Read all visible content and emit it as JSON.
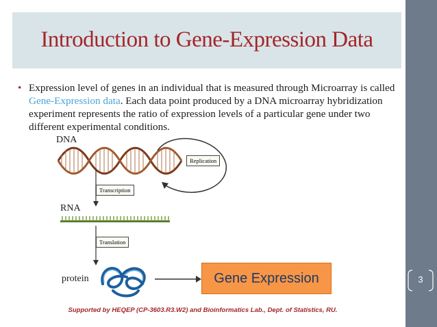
{
  "slide": {
    "title": "Introduction to Gene-Expression Data",
    "bullet_part1": "Expression level of genes in an individual that is measured through Microarray is called ",
    "bullet_highlight": "Gene-Expression data",
    "bullet_part2": ". Each data point produced by a DNA microarray hybridization experiment represents the ratio of expression levels of a particular gene under two different experimental conditions.",
    "page_number": "3",
    "footer": "Supported by HEQEP (CP-3603.R3.W2) and Bioinformatics Lab., Dept. of Statistics, RU."
  },
  "diagram": {
    "dna_label": "DNA",
    "replication_label": "Replication",
    "transcription_label": "Transcription",
    "rna_label": "RNA",
    "translation_label": "Translation",
    "protein_label": "protein",
    "gene_expression_label": "Gene Expression"
  },
  "colors": {
    "title": "#a3262a",
    "highlight": "#4aa3d8",
    "title_band": "#d9e4e8",
    "sidebar": "#6e7b8b",
    "gene_box": "#f79646"
  }
}
